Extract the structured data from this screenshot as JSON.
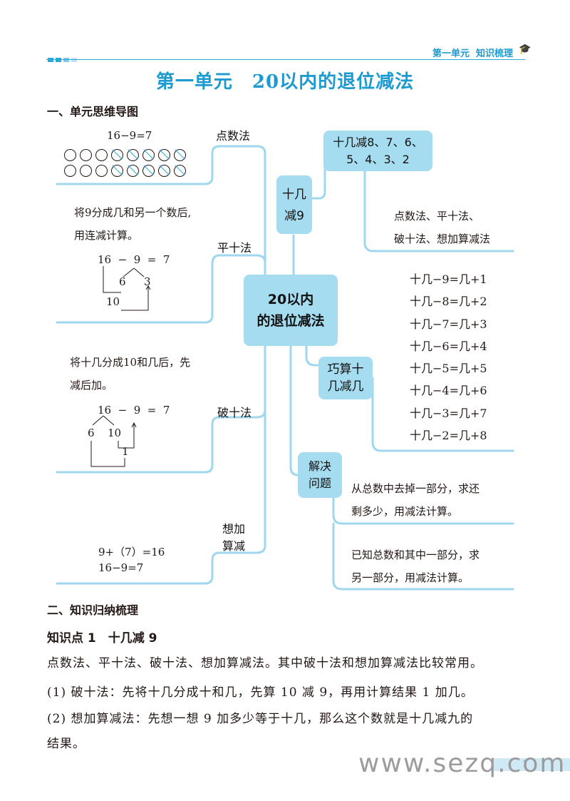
{
  "header": {
    "tag": "第一单元  知识梳理"
  },
  "title": "第一单元　20以内的退位减法",
  "section1": "一、单元思维导图",
  "center": {
    "line1": "20以内",
    "line2": "的退位减法"
  },
  "left": {
    "count": {
      "label": "点数法",
      "eq": "16−9=7"
    },
    "ten": {
      "label": "平十法",
      "desc1": "将9分成几和另一个数后,",
      "desc2": "用连减计算。",
      "eq": "16  −  9  =  7",
      "n6": "6",
      "n3": "3",
      "n10": "10"
    },
    "break": {
      "label": "破十法",
      "desc1": "将十几分成10和几后，先",
      "desc2": "减后加。",
      "eq": "16  −  9  =  7",
      "n6": "6",
      "n10": "10",
      "n1": "1"
    },
    "think": {
      "label1": "想加",
      "label2": "算减",
      "eq1": "9+（7）=16",
      "eq2": "16−9=7"
    }
  },
  "mid": {
    "teen9": {
      "l1": "十几",
      "l2": "减9"
    },
    "trick": {
      "l1": "巧算十",
      "l2": "几减几"
    },
    "solve": {
      "l1": "解决",
      "l2": "问题"
    }
  },
  "right": {
    "teen_box": {
      "l1": "十几减8、7、6、",
      "l2": "5、4、3、2"
    },
    "methods": {
      "l1": "点数法、平十法、",
      "l2": "破十法、想加算减法"
    },
    "rules": [
      "十几−9=几+1",
      "十几−8=几+2",
      "十几−7=几+3",
      "十几−6=几+4",
      "十几−5=几+5",
      "十几−4=几+6",
      "十几−3=几+7",
      "十几−2=几+8"
    ],
    "solve1": {
      "l1": "从总数中去掉一部分，求还",
      "l2": "剩多少，用减法计算。"
    },
    "solve2": {
      "l1": "已知总数和其中一部分，求",
      "l2": "另一部分，用减法计算。"
    }
  },
  "section2": "二、知识归纳梳理",
  "point1": "知识点 1　十几减 9",
  "body": {
    "p1": "点数法、平十法、破十法、想加算减法。其中破十法和想加算减法比较常用。",
    "p2": "(1) 破十法：先将十几分成十和几，先算 10 减 9，再用计算结果 1 加几。",
    "p3a": "(2) 想加算减法：先想一想 9 加多少等于十几，那么这个数就是十几减九的",
    "p3b": "结果。"
  },
  "footer": {
    "watermark": "www.sezq.com",
    "page": "1"
  },
  "colors": {
    "accent": "#1d9bd1",
    "box": "#a6dcf0",
    "line": "#9fd8ee"
  }
}
